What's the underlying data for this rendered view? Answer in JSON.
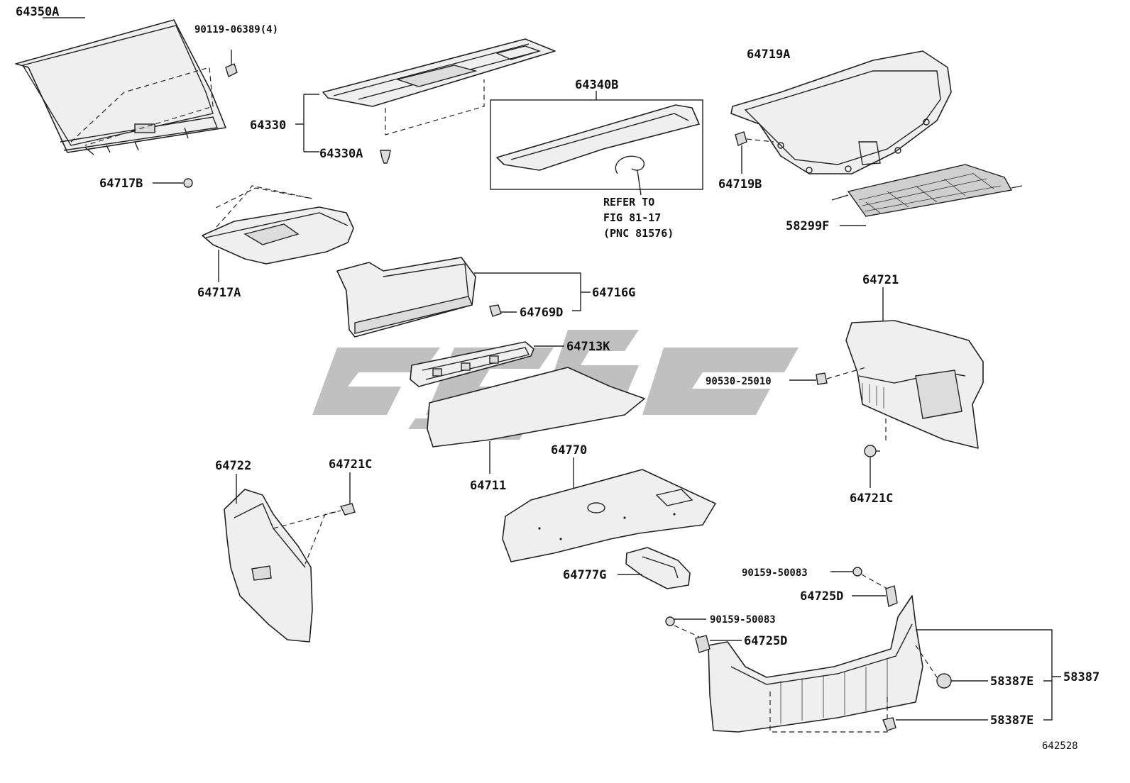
{
  "diagram": {
    "figure_code": "642528",
    "note": {
      "line1": "REFER TO",
      "line2": "FIG 81-17",
      "line3": "(PNC 81576)"
    },
    "callouts": {
      "c64350A": "64350A",
      "c90119": "90119-06389(4)",
      "c64330": "64330",
      "c64330A": "64330A",
      "c64340B": "64340B",
      "c64719A": "64719A",
      "c64719B": "64719B",
      "c58299F": "58299F",
      "c64717B": "64717B",
      "c64717A": "64717A",
      "c64716G": "64716G",
      "c64769D": "64769D",
      "c64713K": "64713K",
      "c64721": "64721",
      "c90530": "90530-25010",
      "c64721C_r": "64721C",
      "c64722": "64722",
      "c64721C_l": "64721C",
      "c64711": "64711",
      "c64770": "64770",
      "c64777G": "64777G",
      "c90159_a": "90159-50083",
      "c64725D_a": "64725D",
      "c90159_b": "90159-50083",
      "c64725D_b": "64725D",
      "c58387E_a": "58387E",
      "c58387E_b": "58387E",
      "c58387": "58387"
    }
  }
}
